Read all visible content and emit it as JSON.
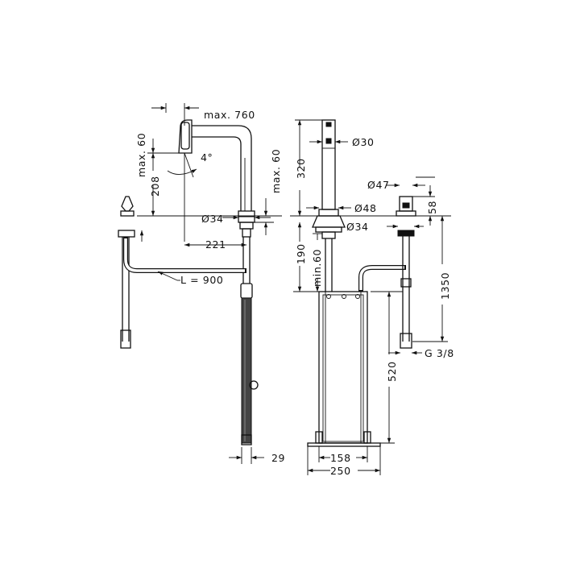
{
  "labels": {
    "max_760": "max. 760",
    "max_60_left": "max. 60",
    "d208": "208",
    "angle_4": "4°",
    "max_60_right": "max. 60",
    "dia_34_left": "Ø34",
    "d221": "221",
    "l_900": "L = 900",
    "d29": "29",
    "d320": "320",
    "dia_30": "Ø30",
    "dia_47": "Ø47",
    "d58": "58",
    "dia_48": "Ø48",
    "dia_34_right": "Ø34",
    "d190": "190",
    "min_60": "min.60",
    "d1350": "1350",
    "g38": "G 3/8",
    "d520": "520",
    "d158": "158",
    "d250": "250"
  }
}
